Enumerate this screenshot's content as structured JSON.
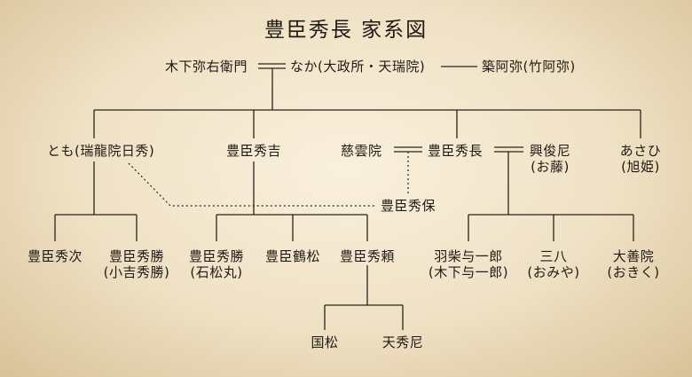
{
  "title": "豊臣秀長 家系図",
  "nodes": {
    "kinoshita_yaemon": "木下弥右衛門",
    "naka": "なか(大政所・天瑞院)",
    "chikuami": "築阿弥(竹阿弥)",
    "tomo": "とも(瑞龍院日秀)",
    "hideyoshi": "豊臣秀吉",
    "jiunin": "慈雲院",
    "hidenaga": "豊臣秀長",
    "koshunni": "興俊尼",
    "koshunni_sub": "(お藤)",
    "asahi": "あさひ",
    "asahi_sub": "(旭姫)",
    "hideyasu": "豊臣秀保",
    "hidetsugu": "豊臣秀次",
    "hidekatsu_a": "豊臣秀勝",
    "hidekatsu_a_sub": "(小吉秀勝)",
    "hidekatsu_b": "豊臣秀勝",
    "hidekatsu_b_sub": "(石松丸)",
    "tsurumatsu": "豊臣鶴松",
    "hideyori": "豊臣秀頼",
    "hashiba_yoichiro": "羽柴与一郎",
    "hashiba_yoichiro_sub": "(木下与一郎)",
    "sanpachi": "三八",
    "sanpachi_sub": "(おみや)",
    "daizenin": "大善院",
    "daizenin_sub": "(おきく)",
    "kunimatsu": "国松",
    "tenshuni": "天秀尼"
  }
}
